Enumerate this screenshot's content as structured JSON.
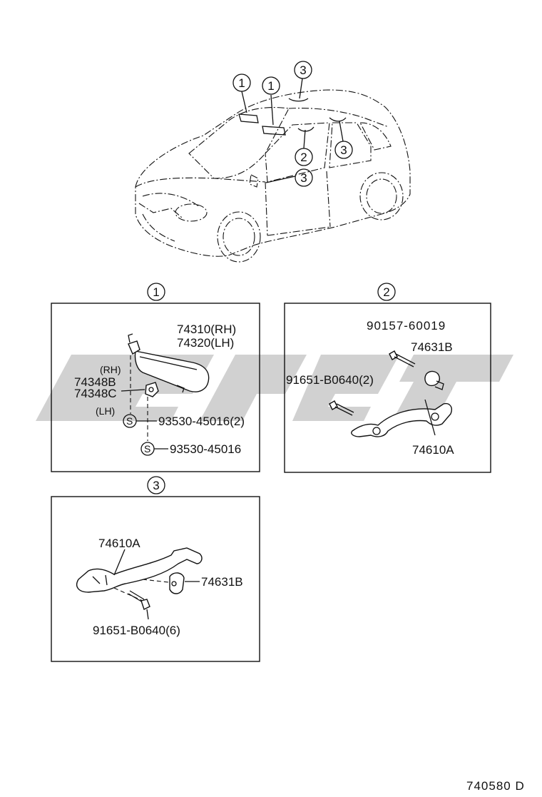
{
  "watermark": {
    "color": "#c9c9c9"
  },
  "overview": {
    "callouts": [
      "1",
      "1",
      "3",
      "2",
      "3",
      "3"
    ]
  },
  "panel1": {
    "number": "1",
    "labels": {
      "visor_rh": "74310(RH)",
      "visor_lh": "74320(LH)",
      "rh": "(RH)",
      "holder_b": "74348B",
      "holder_c": "74348C",
      "lh": "(LH)",
      "screw_a": "93530-45016(2)",
      "screw_b": "93530-45016",
      "s_mark": "S"
    }
  },
  "panel2": {
    "number": "2",
    "labels": {
      "bolt_top": "90157-60019",
      "clip": "74631B",
      "screw": "91651-B0640(2)",
      "grip": "74610A"
    }
  },
  "panel3": {
    "number": "3",
    "labels": {
      "grip": "74610A",
      "clip": "74631B",
      "screw": "91651-B0640(6)"
    }
  },
  "footer": {
    "code": "740580 D"
  }
}
